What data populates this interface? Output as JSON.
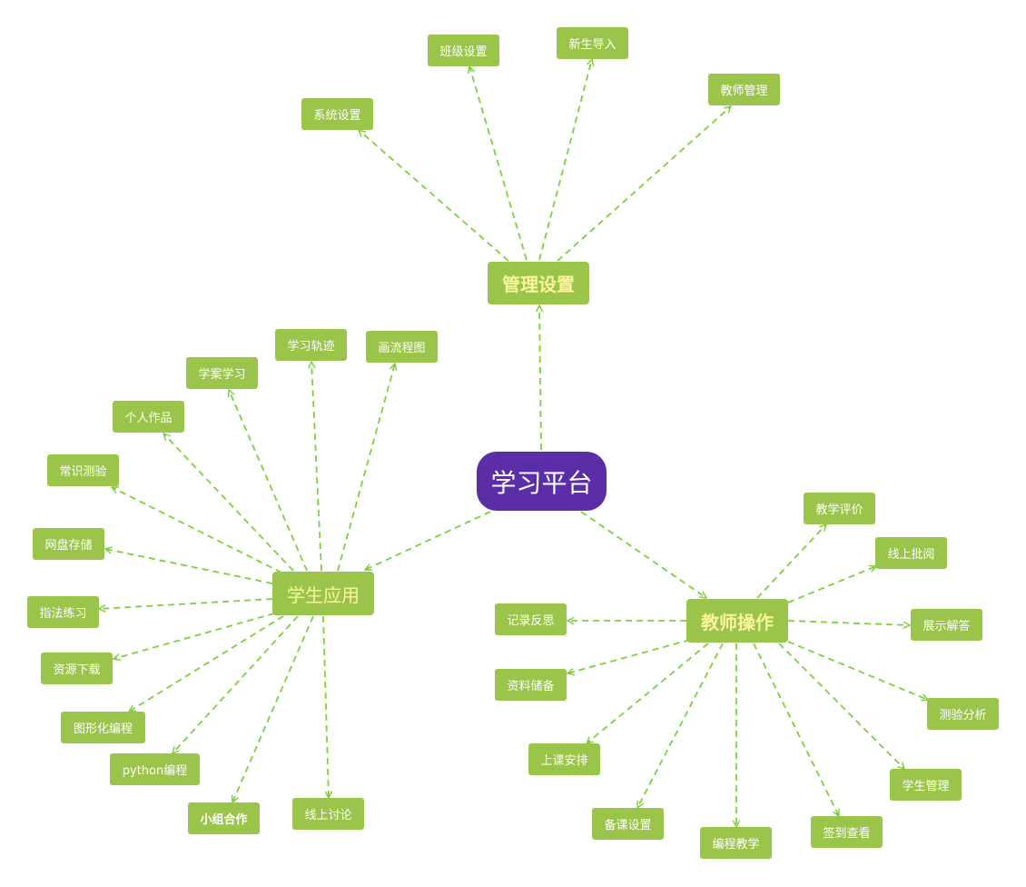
{
  "colors": {
    "edge": "#7ed03b",
    "node": "#9bc54a",
    "root": "#5b2ea7",
    "branch_text": "#fcf49e"
  },
  "root": {
    "label": "学习平台"
  },
  "branches": {
    "admin": {
      "label": "管理设置",
      "children": [
        "系统设置",
        "班级设置",
        "新生导入",
        "教师管理"
      ]
    },
    "student": {
      "label": "学生应用",
      "children": [
        "画流程图",
        "学习轨迹",
        "学案学习",
        "个人作品",
        "常识测验",
        "网盘存储",
        "指法练习",
        "资源下载",
        "图形化编程",
        "python编程",
        "小组合作",
        "线上讨论"
      ]
    },
    "teacher": {
      "label": "教师操作",
      "children": [
        "教学评价",
        "线上批阅",
        "展示解答",
        "测验分析",
        "学生管理",
        "签到查看",
        "编程教学",
        "备课设置",
        "上课安排",
        "资料储备",
        "记录反思"
      ]
    }
  }
}
